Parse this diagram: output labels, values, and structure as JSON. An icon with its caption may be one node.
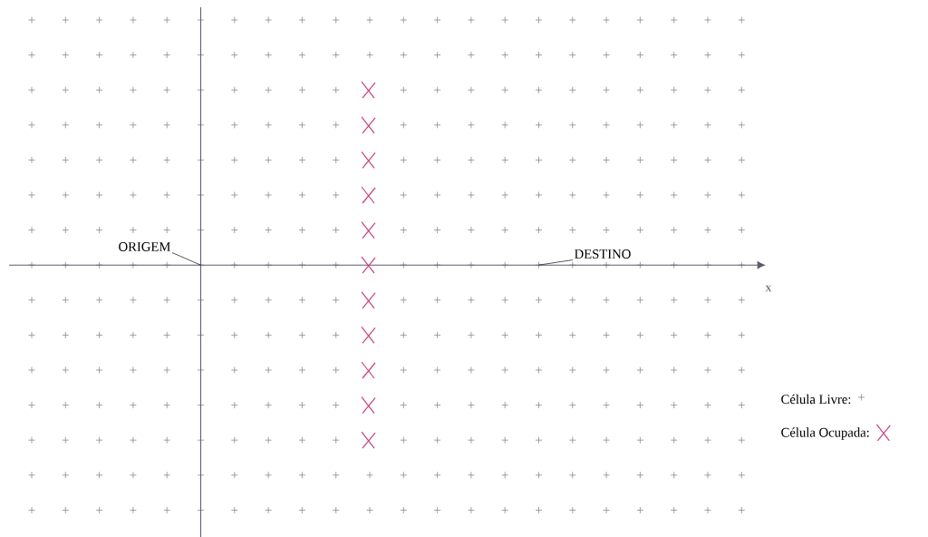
{
  "diagram": {
    "nodes": [
      {
        "text": [
          "ORIGEM"
        ]
      },
      {
        "text": [
          "DESTINO"
        ]
      }
    ],
    "edges": [
      {
        "from": 0,
        "to": null,
        "arrow": "none"
      },
      {
        "from": 1,
        "to": null,
        "arrow": "none"
      }
    ],
    "labels": [
      "x"
    ],
    "legend": [
      {
        "text": "Célula Livre:"
      },
      {
        "text": "Célula Ocupada:"
      }
    ]
  }
}
